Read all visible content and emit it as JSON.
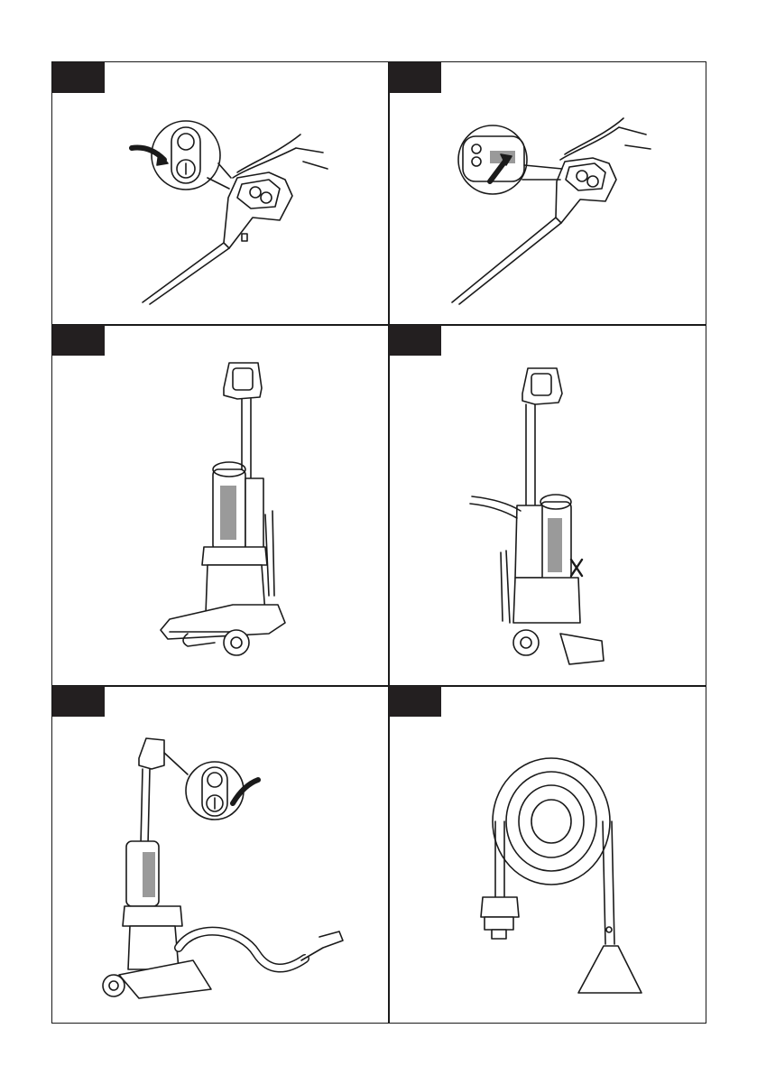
{
  "page": {
    "panels": [
      {
        "step_tag": "",
        "icon": "power-button-press-illustration"
      },
      {
        "step_tag": "",
        "icon": "handle-trigger-release-illustration"
      },
      {
        "step_tag": "",
        "icon": "upright-cleaner-front-illustration"
      },
      {
        "step_tag": "",
        "icon": "upright-cleaner-do-not-lift-illustration"
      },
      {
        "step_tag": "",
        "icon": "cleaner-with-hose-attached-illustration"
      },
      {
        "step_tag": "",
        "icon": "coiled-hose-tool-illustration"
      }
    ],
    "colors": {
      "line": "#1a1a1a",
      "tag": "#231f20",
      "fill": "#ffffff",
      "shade": "#9a9a9a"
    }
  }
}
